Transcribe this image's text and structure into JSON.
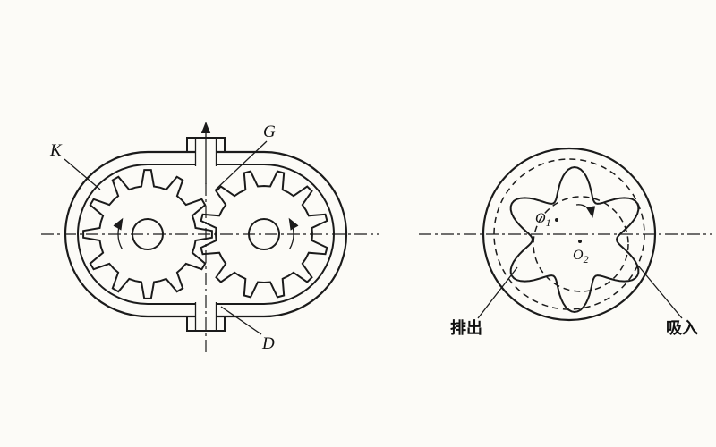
{
  "figure": {
    "colors": {
      "background": "#fcfbf7",
      "line": "#1b1b1b"
    },
    "left": {
      "label_k": "K",
      "label_g": "G",
      "label_d": "D"
    },
    "right": {
      "center1_main": "O",
      "center1_sub": "1",
      "center2_main": "O",
      "center2_sub": "2",
      "label_discharge": "排出",
      "label_suction": "吸入"
    }
  }
}
